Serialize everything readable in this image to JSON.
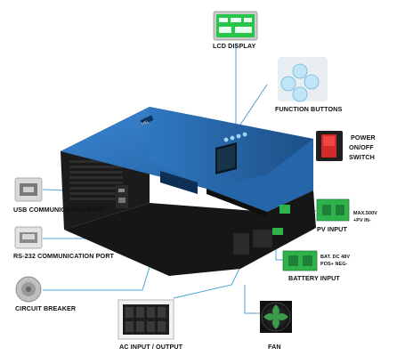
{
  "brand": "MEL",
  "labels": {
    "lcd_display": "LCD DISPLAY",
    "function_buttons": "FUNCTION BUTTONS",
    "power_switch_line1": "POWER",
    "power_switch_line2": "ON/OFF",
    "power_switch_line3": "SWITCH",
    "pv_input": "PV INPUT",
    "pv_max": "MAX.500V",
    "pv_polarity": "+PV    IN-",
    "battery_input": "BATTERY INPUT",
    "battery_spec": "BAT. DC 48V",
    "battery_polarity": "POS+  NEG-",
    "usb_port": "USB COMMUNICATION PORT",
    "rs232_port": "RS-232 COMMUNICATION PORT",
    "circuit_breaker": "CIRCUIT BREAKER",
    "ac_io": "AC INPUT / OUTPUT",
    "fan": "FAN"
  },
  "colors": {
    "connector_line": "#4aa6cf",
    "panel_blue": "#2a6fb7",
    "panel_blue_dark": "#1d4f8a",
    "chassis": "#1b1b1b",
    "terminal_green": "#2fb24c",
    "lcd_green": "#27c64a"
  }
}
